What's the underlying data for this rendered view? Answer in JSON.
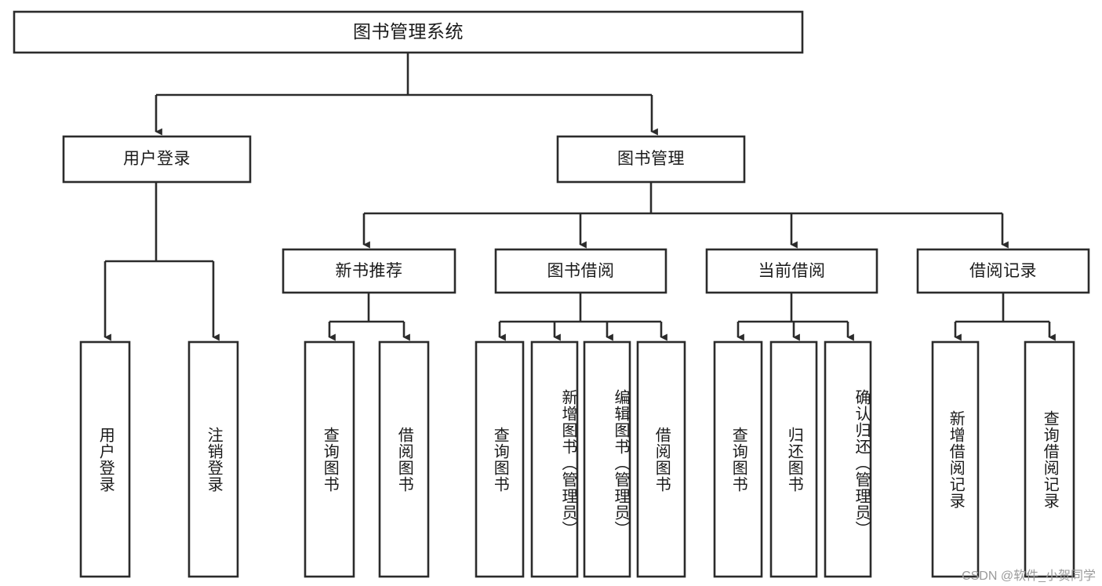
{
  "diagram": {
    "title": "图书管理系统",
    "type": "tree-hierarchy-chart",
    "watermark": "CSDN @软件_小贺同学",
    "colors": {
      "box_stroke": "#2b2b2b",
      "box_fill": "#ffffff",
      "text": "#1a1a1a",
      "watermark": "#9a9a9a",
      "background": "#ffffff"
    },
    "nodes": {
      "root": {
        "label": "图书管理系统",
        "orientation": "horizontal",
        "level": 0
      },
      "l1": [
        {
          "id": "user-login",
          "label": "用户登录",
          "orientation": "horizontal",
          "level": 1
        },
        {
          "id": "book-manage",
          "label": "图书管理",
          "orientation": "horizontal",
          "level": 1
        }
      ],
      "l2": [
        {
          "id": "new-book-rec",
          "label": "新书推荐",
          "orientation": "horizontal",
          "level": 2
        },
        {
          "id": "book-borrow",
          "label": "图书借阅",
          "orientation": "horizontal",
          "level": 2
        },
        {
          "id": "current-borrow",
          "label": "当前借阅",
          "orientation": "horizontal",
          "level": 2
        },
        {
          "id": "borrow-record",
          "label": "借阅记录",
          "orientation": "horizontal",
          "level": 2
        }
      ],
      "leaves": [
        {
          "id": "leaf-user-login",
          "label": "用户登录",
          "parent": "user-login",
          "orientation": "vertical"
        },
        {
          "id": "leaf-user-logout",
          "label": "注销登录",
          "parent": "user-login",
          "orientation": "vertical"
        },
        {
          "id": "leaf-query-book-1",
          "label": "查询图书",
          "parent": "new-book-rec",
          "orientation": "vertical"
        },
        {
          "id": "leaf-borrow-book-1",
          "label": "借阅图书",
          "parent": "new-book-rec",
          "orientation": "vertical"
        },
        {
          "id": "leaf-query-book-2",
          "label": "查询图书",
          "parent": "book-borrow",
          "orientation": "vertical"
        },
        {
          "id": "leaf-add-book",
          "label": "新增图书（管理员）",
          "parent": "book-borrow",
          "orientation": "vertical"
        },
        {
          "id": "leaf-edit-book",
          "label": "编辑图书（管理员）",
          "parent": "book-borrow",
          "orientation": "vertical"
        },
        {
          "id": "leaf-borrow-book-2",
          "label": "借阅图书",
          "parent": "book-borrow",
          "orientation": "vertical"
        },
        {
          "id": "leaf-query-book-3",
          "label": "查询图书",
          "parent": "current-borrow",
          "orientation": "vertical"
        },
        {
          "id": "leaf-return-book",
          "label": "归还图书",
          "parent": "current-borrow",
          "orientation": "vertical"
        },
        {
          "id": "leaf-confirm-return",
          "label": "确认归还（管理员）",
          "parent": "current-borrow",
          "orientation": "vertical"
        },
        {
          "id": "leaf-add-record",
          "label": "新增借阅记录",
          "parent": "borrow-record",
          "orientation": "vertical"
        },
        {
          "id": "leaf-query-record",
          "label": "查询借阅记录",
          "parent": "borrow-record",
          "orientation": "vertical"
        }
      ]
    }
  }
}
